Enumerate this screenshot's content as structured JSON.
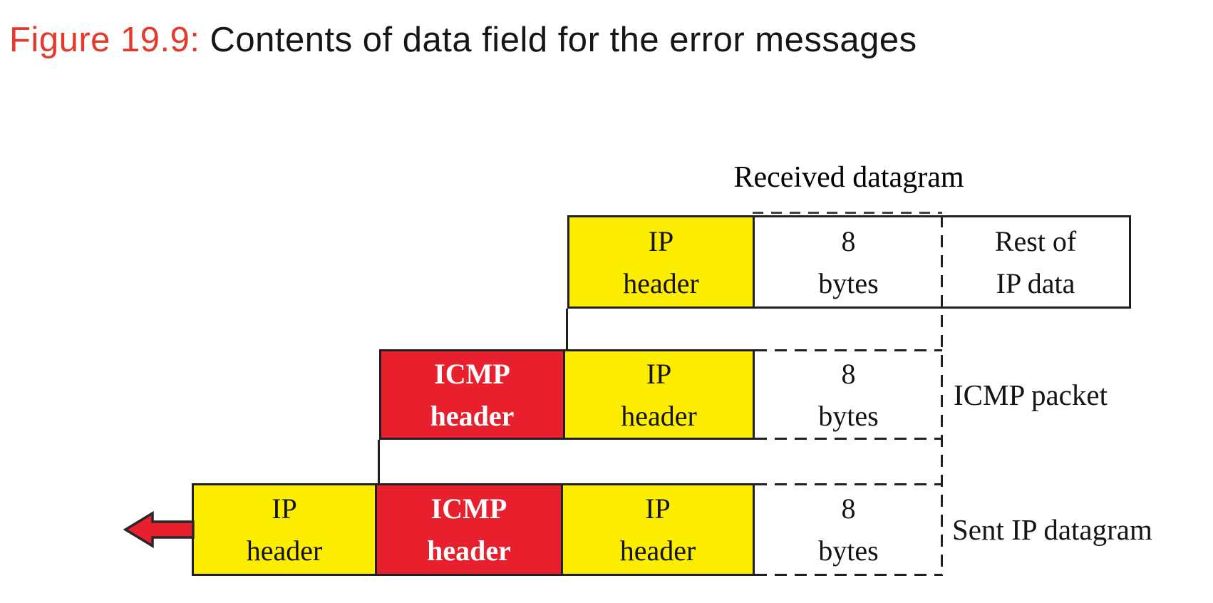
{
  "title": {
    "figure_label": "Figure 19.9:",
    "title_text": "Contents of data field for the error messages"
  },
  "colors": {
    "box_red": "#e8202d",
    "box_yellow": "#fdee00",
    "title_accent": "#e5392c",
    "line": "#231f20"
  },
  "diagram": {
    "received_datagram_label": "Received datagram",
    "row1": {
      "cells": [
        {
          "l1": "IP",
          "l2": "header"
        },
        {
          "l1": "8",
          "l2": "bytes"
        },
        {
          "l1": "Rest of",
          "l2": "IP data"
        }
      ]
    },
    "row2": {
      "side_label": "ICMP packet",
      "cells": [
        {
          "l1": "ICMP",
          "l2": "header"
        },
        {
          "l1": "IP",
          "l2": "header"
        },
        {
          "l1": "8",
          "l2": "bytes"
        }
      ]
    },
    "row3": {
      "side_label": "Sent IP datagram",
      "cells": [
        {
          "l1": "IP",
          "l2": "header"
        },
        {
          "l1": "ICMP",
          "l2": "header"
        },
        {
          "l1": "IP",
          "l2": "header"
        },
        {
          "l1": "8",
          "l2": "bytes"
        }
      ]
    }
  }
}
